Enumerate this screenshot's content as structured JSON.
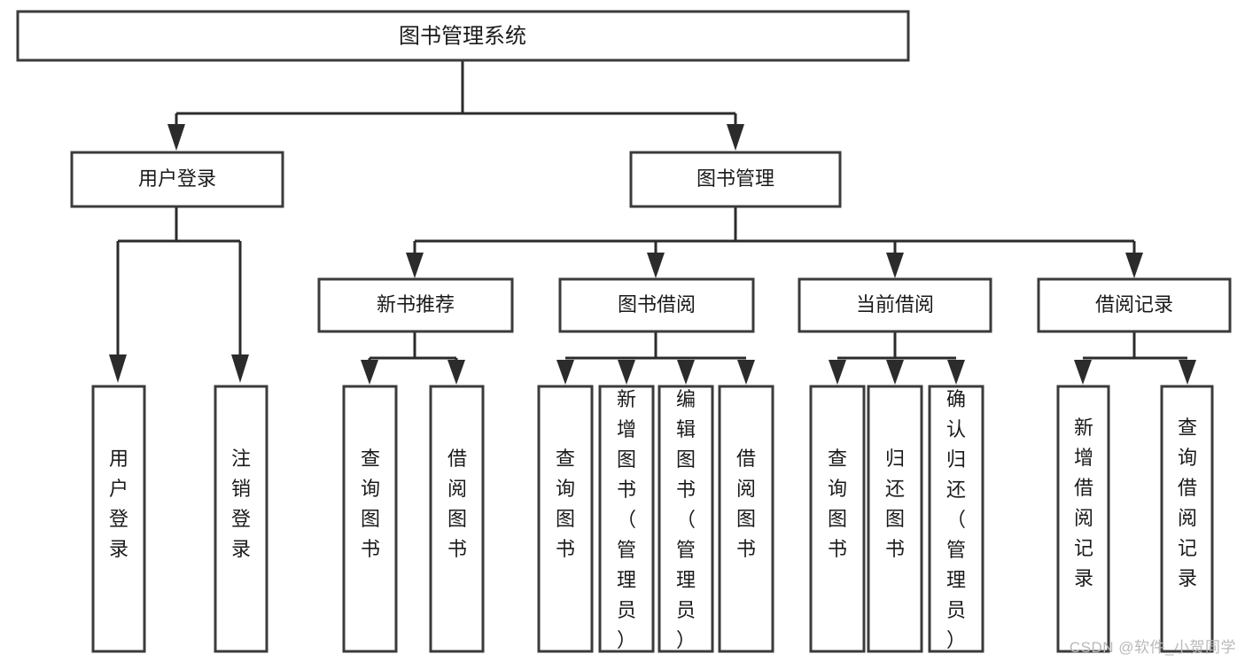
{
  "diagram": {
    "title": "图书管理系统",
    "type": "tree-hierarchy-chart",
    "watermark": "CSDN @软件_小贺同学",
    "root": {
      "id": "root",
      "label": "图书管理系统"
    },
    "level1": [
      {
        "id": "user-login",
        "label": "用户登录"
      },
      {
        "id": "book-management",
        "label": "图书管理"
      }
    ],
    "level2": [
      {
        "id": "new-book-recommend",
        "label": "新书推荐",
        "parent": "book-management"
      },
      {
        "id": "book-borrow",
        "label": "图书借阅",
        "parent": "book-management"
      },
      {
        "id": "current-borrow",
        "label": "当前借阅",
        "parent": "book-management"
      },
      {
        "id": "borrow-record",
        "label": "借阅记录",
        "parent": "book-management"
      }
    ],
    "leaves": {
      "user-login": [
        {
          "id": "leaf-user-login",
          "label": "用户登录"
        },
        {
          "id": "leaf-user-logout",
          "label": "注销登录"
        }
      ],
      "new-book-recommend": [
        {
          "id": "leaf-query-book-1",
          "label": "查询图书"
        },
        {
          "id": "leaf-borrow-book-1",
          "label": "借阅图书"
        }
      ],
      "book-borrow": [
        {
          "id": "leaf-query-book-2",
          "label": "查询图书"
        },
        {
          "id": "leaf-add-book",
          "label": "新增图书（管理员）"
        },
        {
          "id": "leaf-edit-book",
          "label": "编辑图书（管理员）"
        },
        {
          "id": "leaf-borrow-book-2",
          "label": "借阅图书"
        }
      ],
      "current-borrow": [
        {
          "id": "leaf-query-book-3",
          "label": "查询图书"
        },
        {
          "id": "leaf-return-book",
          "label": "归还图书"
        },
        {
          "id": "leaf-confirm-return",
          "label": "确认归还（管理员）"
        }
      ],
      "borrow-record": [
        {
          "id": "leaf-add-record",
          "label": "新增借阅记录"
        },
        {
          "id": "leaf-query-record",
          "label": "查询借阅记录"
        }
      ]
    },
    "colors": {
      "box_stroke": "#3b3b3b",
      "connector": "#2b2b2b",
      "background": "#ffffff",
      "text": "#1a1a1a",
      "watermark": "#b9b9b9"
    }
  }
}
